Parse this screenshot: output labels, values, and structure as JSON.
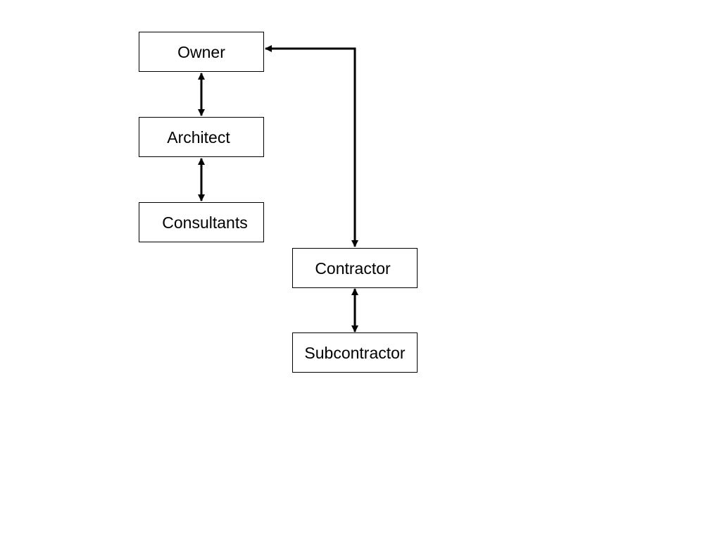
{
  "diagram": {
    "nodes": {
      "owner": "Owner",
      "architect": "Architect",
      "consultants": "Consultants",
      "contractor": "Contractor",
      "subcontractor": "Subcontractor"
    },
    "edges": [
      {
        "from": "owner",
        "to": "architect",
        "direction": "both"
      },
      {
        "from": "architect",
        "to": "consultants",
        "direction": "both"
      },
      {
        "from": "owner",
        "to": "contractor",
        "direction": "both"
      },
      {
        "from": "contractor",
        "to": "subcontractor",
        "direction": "both"
      }
    ],
    "colors": {
      "stroke": "#000000",
      "background": "#ffffff"
    }
  }
}
